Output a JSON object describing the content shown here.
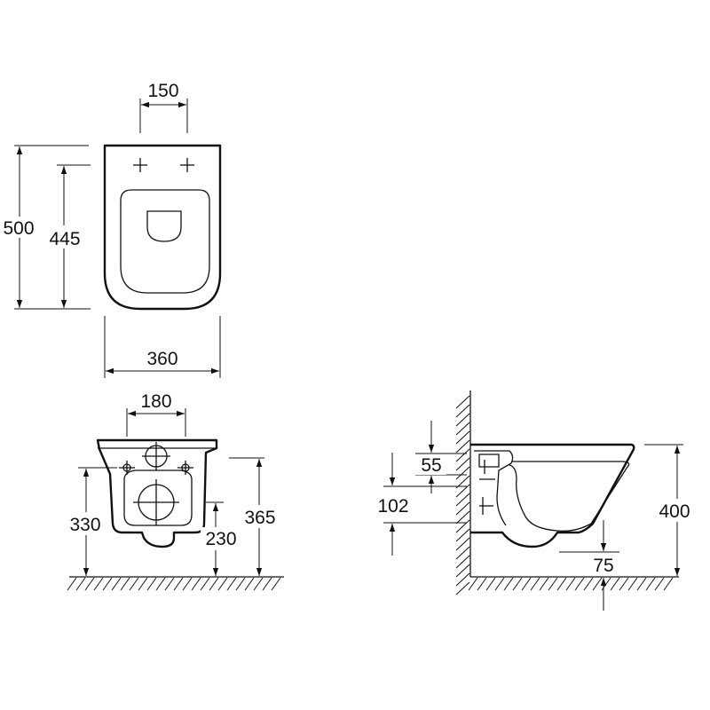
{
  "dimensions": {
    "top_width_fixing": "150",
    "top_length_total": "500",
    "top_length_seat": "445",
    "top_width_total": "360",
    "front_width_fixing": "180",
    "front_height_bottom": "330",
    "front_height_outlet": "230",
    "front_height_top": "365",
    "side_pipe_offset": "55",
    "side_pipe_height": "102",
    "side_rim_height": "400",
    "side_floor_clearance": "75"
  },
  "colors": {
    "line": "#111111",
    "background": "#ffffff"
  }
}
